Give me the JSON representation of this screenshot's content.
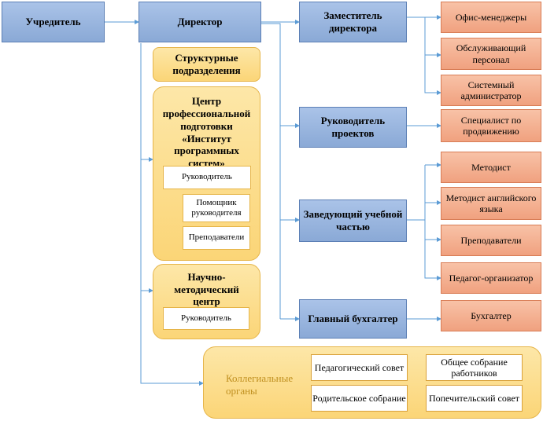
{
  "founder": "Учредитель",
  "director": "Директор",
  "deputy_director": "Заместитель директора",
  "deputy_subs": [
    "Офис-менеджеры",
    "Обслуживающий персонал",
    "Системный администратор"
  ],
  "project_manager": "Руководитель проектов",
  "project_subs": [
    "Специалист по продвижению"
  ],
  "head_of_studies": "Заведующий учебной частью",
  "studies_subs": [
    "Методист",
    "Методист английского языка",
    "Преподаватели",
    "Педагог-организатор"
  ],
  "chief_accountant": "Главный бухгалтер",
  "accountant_subs": [
    "Бухгалтер"
  ],
  "structural_units": "Структурные подразделения",
  "training_center": {
    "title": "Центр профессиональной подготовки «Институт программных систем»",
    "head": "Руководитель",
    "assistant": "Помощник руководителя",
    "teachers": "Преподаватели"
  },
  "research_center": {
    "title": "Научно-методический центр",
    "head": "Руководитель"
  },
  "collegial": {
    "title": "Коллегиальные органы",
    "bodies": [
      "Педагогический совет",
      "Общее собрание работников",
      "Родительское собрание",
      "Попечительский совет"
    ]
  },
  "colors": {
    "blue": "#8aa9d6",
    "salmon": "#f0a17f",
    "yellow": "#fbd577",
    "connector": "#5b9bd5",
    "collegial_text": "#c09020"
  }
}
